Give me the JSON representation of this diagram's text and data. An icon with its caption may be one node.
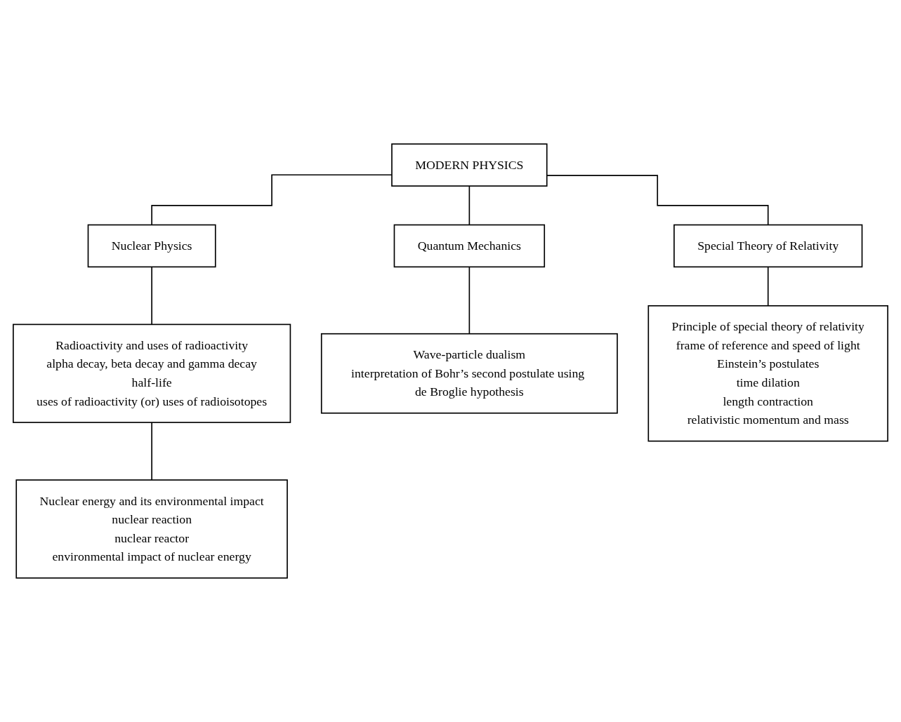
{
  "diagram": {
    "nodes": [
      {
        "text": [
          "MODERN PHYSICS"
        ]
      },
      {
        "text": [
          "Nuclear Physics"
        ]
      },
      {
        "text": [
          "Quantum Mechanics"
        ]
      },
      {
        "text": [
          "Special Theory of Relativity"
        ]
      },
      {
        "text": [
          "Radioactivity and uses of radioactivity",
          "alpha decay, beta decay and gamma decay",
          "half-life",
          "uses of radioactivity (or) uses of radioisotopes"
        ]
      },
      {
        "text": [
          "Wave-particle dualism",
          "interpretation of Bohr’s second postulate using de Broglie hypothesis"
        ]
      },
      {
        "text": [
          "Principle of special theory of relativity",
          "frame of reference and speed of light",
          "Einstein’s postulates",
          "time dilation",
          "length contraction",
          "relativistic momentum and mass"
        ]
      },
      {
        "text": [
          "Nuclear energy and its environmental impact",
          "nuclear reaction",
          "nuclear reactor",
          "environmental impact of nuclear energy"
        ]
      }
    ],
    "edges": [
      {
        "from": 0,
        "to": 1,
        "arrow": "none"
      },
      {
        "from": 0,
        "to": 2,
        "arrow": "none"
      },
      {
        "from": 0,
        "to": 3,
        "arrow": "none"
      },
      {
        "from": 1,
        "to": 4,
        "arrow": "none"
      },
      {
        "from": 2,
        "to": 5,
        "arrow": "none"
      },
      {
        "from": 3,
        "to": 6,
        "arrow": "none"
      },
      {
        "from": 4,
        "to": 7,
        "arrow": "none"
      }
    ]
  }
}
